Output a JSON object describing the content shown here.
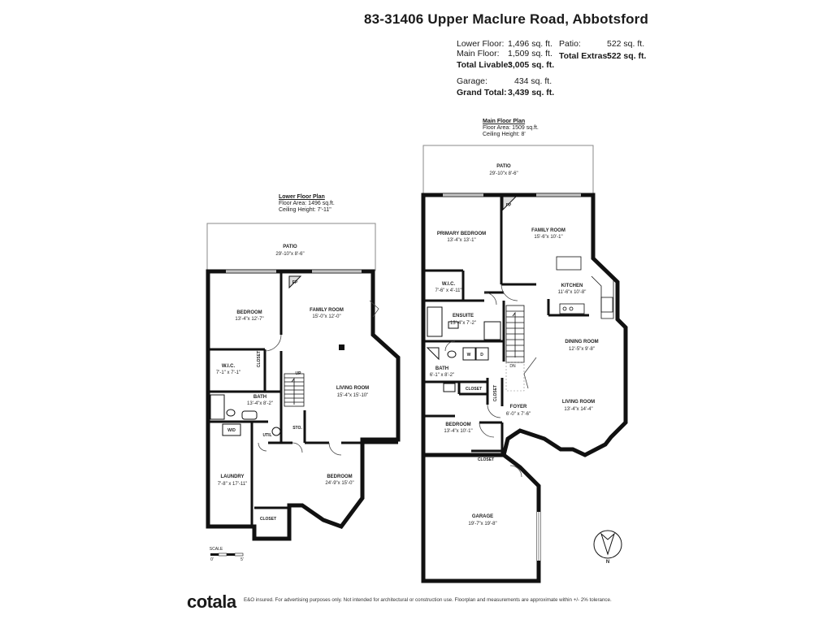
{
  "title": "83-31406 Upper Maclure Road, Abbotsford",
  "summary": {
    "lower_floor_label": "Lower Floor:",
    "lower_floor_value": "1,496 sq. ft.",
    "main_floor_label": "Main Floor:",
    "main_floor_value": "1,509 sq. ft.",
    "total_livable_label": "Total Livable:",
    "total_livable_value": "3,005 sq. ft.",
    "garage_label": "Garage:",
    "garage_value": "434 sq. ft.",
    "grand_total_label": "Grand Total:",
    "grand_total_value": "3,439 sq. ft.",
    "patio_label": "Patio:",
    "patio_value": "522 sq. ft.",
    "total_extras_label": "Total Extras:",
    "total_extras_value": "522 sq. ft."
  },
  "lower_plan": {
    "heading": "Lower Floor Plan",
    "area": "Floor Area: 1496 sq.ft.",
    "ceiling": "Ceiling Height: 7'-11\"",
    "rooms": {
      "patio": "PATIO",
      "patio_dim": "29'-10\"x 8'-6\"",
      "bedroom1": "BEDROOM",
      "bedroom1_dim": "13'-4\"x 12'-7\"",
      "family": "FAMILY ROOM",
      "family_dim": "15'-0\"x 12'-0\"",
      "fp": "FP",
      "wic": "W.I.C.",
      "wic_dim": "7'-1\" x 7'-1\"",
      "closet1": "CLOSET",
      "living": "LIVING ROOM",
      "living_dim": "15'-4\"x 15'-10\"",
      "bath": "BATH",
      "bath_dim": "13'-4\"x 8'-2\"",
      "up": "UP",
      "wd": "W/D",
      "util": "UTIL",
      "sto": "STO.",
      "laundry": "LAUNDRY",
      "laundry_dim": "7'-8\" x 17'-11\"",
      "bedroom2": "BEDROOM",
      "bedroom2_dim": "24'-9\"x 15'-0\"",
      "closet2": "CLOSET"
    },
    "scale_label": "SCALE",
    "scale_ticks": [
      "0'",
      "5'"
    ]
  },
  "main_plan": {
    "heading": "Main Floor Plan",
    "area": "Floor Area: 1509 sq.ft.",
    "ceiling": "Ceiling Height: 8'",
    "rooms": {
      "patio": "PATIO",
      "patio_dim": "29'-10\"x 8'-6\"",
      "primary": "PRIMARY BEDROOM",
      "primary_dim": "13'-4\"x 13'-1\"",
      "fp": "FP",
      "family": "FAMILY ROOM",
      "family_dim": "15'-6\"x 10'-1\"",
      "wic": "W.I.C.",
      "wic_dim": "7'-6\" x 4'-11\"",
      "kitchen": "KITCHEN",
      "kitchen_dim": "11'-6\"x 10'-8\"",
      "ensuite": "ENSUITE",
      "ensuite_dim": "13'-4\"x 7'-2\"",
      "dining": "DINING ROOM",
      "dining_dim": "12'-5\"x 9'-8\"",
      "w": "W",
      "d": "D",
      "dn": "DN",
      "bath": "BATH",
      "bath_dim": "6'-1\" x 8'-2\"",
      "closet1": "CLOSET",
      "closet2": "CLOSET",
      "foyer": "FOYER",
      "foyer_dim": "6'-0\" x 7'-6\"",
      "living": "LIVING ROOM",
      "living_dim": "13'-4\"x 14'-4\"",
      "bedroom": "BEDROOM",
      "bedroom_dim": "13'-4\"x 10'-1\"",
      "closet3": "CLOSET",
      "garage": "GARAGE",
      "garage_dim": "19'-7\"x 19'-8\""
    }
  },
  "compass_label": "N",
  "brand": "cotala",
  "disclaimer": "E&O insured. For advertising purposes only. Not intended for architectural or construction use. Floorplan and measurements are approximate within +/- 2% tolerance.",
  "icons": [
    "fireplace-icon",
    "north-arrow-icon",
    "stairs-icon",
    "door-icon",
    "bathtub-icon",
    "toilet-icon",
    "sink-icon",
    "stove-icon"
  ]
}
